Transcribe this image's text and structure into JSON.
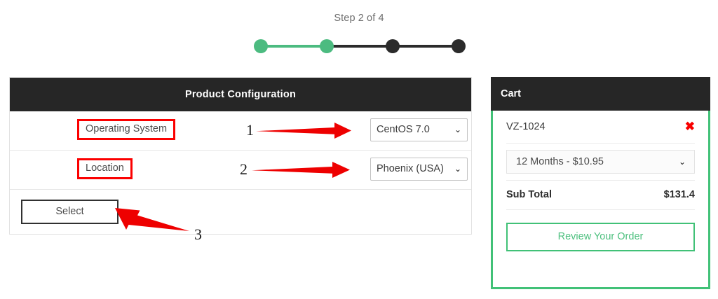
{
  "wizard": {
    "step_label": "Step 2 of 4",
    "total_steps": 4,
    "current_step": 2,
    "active_color": "#4cbb80",
    "inactive_color": "#2b2b2b"
  },
  "config": {
    "header": "Product Configuration",
    "rows": [
      {
        "label": "Operating System",
        "value": "CentOS 7.0"
      },
      {
        "label": "Location",
        "value": "Phoenix (USA)"
      }
    ],
    "select_button": "Select"
  },
  "annotations": {
    "color": "#ee0000",
    "items": [
      {
        "number": "1"
      },
      {
        "number": "2"
      },
      {
        "number": "3"
      }
    ]
  },
  "cart": {
    "header": "Cart",
    "item_name": "VZ-1024",
    "remove_icon": "✖",
    "term_value": "12 Months - $10.95",
    "subtotal_label": "Sub Total",
    "subtotal_value": "$131.4",
    "review_button": "Review Your Order",
    "accent_color": "#41c177",
    "remove_color": "#f80000"
  },
  "icons": {
    "chevron_down": "⌄"
  }
}
